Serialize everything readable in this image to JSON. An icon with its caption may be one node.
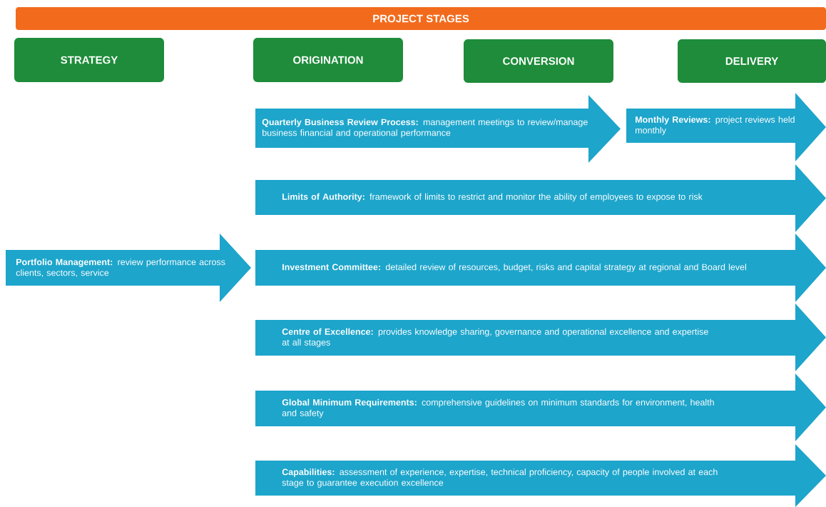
{
  "diagram": {
    "nodes": [
      {
        "text": [
          "PROJECT STAGES"
        ]
      },
      {
        "text": [
          "STRATEGY"
        ]
      },
      {
        "text": [
          "ORIGINATION"
        ]
      },
      {
        "text": [
          "CONVERSION"
        ]
      },
      {
        "text": [
          "DELIVERY"
        ]
      },
      {
        "text": [
          "**Quarterly Business Review Process:** management meetings to review/manage business financial and operational performance"
        ]
      },
      {
        "text": [
          "**Monthly Reviews:** project reviews held monthly"
        ]
      },
      {
        "text": [
          "**Limits of Authority:** framework of limits to restrict and monitor the ability of employees to expose to risk"
        ]
      },
      {
        "text": [
          "**Portfolio Management:** review performance across clients, sectors, service"
        ]
      },
      {
        "text": [
          "**Investment Committee:** detailed review of resources, budget, risks and capital strategy at regional and Board level"
        ]
      },
      {
        "text": [
          "**Centre of Excellence:** provides knowledge sharing, governance and operational excellence and expertise at all stages"
        ]
      },
      {
        "text": [
          "**Global Minimum Requirements:** comprehensive guidelines on minimum standards for environment, health and safety"
        ]
      },
      {
        "text": [
          "**Capabilities:** assessment of experience, expertise, technical proficiency, capacity of people involved at each stage to guarantee execution excellence"
        ]
      }
    ]
  }
}
